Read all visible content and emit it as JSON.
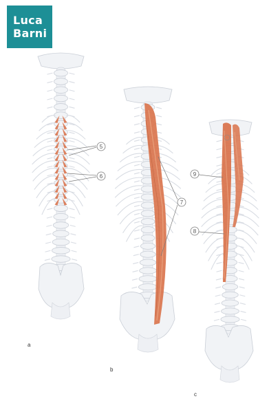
{
  "logo": {
    "line1": "Luca",
    "line2": "Barni"
  },
  "panels": [
    {
      "letter": "a",
      "callouts": [
        "5",
        "6"
      ]
    },
    {
      "letter": "b",
      "callouts": [
        "7"
      ]
    },
    {
      "letter": "c",
      "callouts": [
        "9",
        "8"
      ]
    }
  ],
  "colors": {
    "muscle": "#d9724a",
    "muscle_light": "#e8a07c",
    "bone": "#f1f3f6",
    "brand": "#1d8f96"
  }
}
